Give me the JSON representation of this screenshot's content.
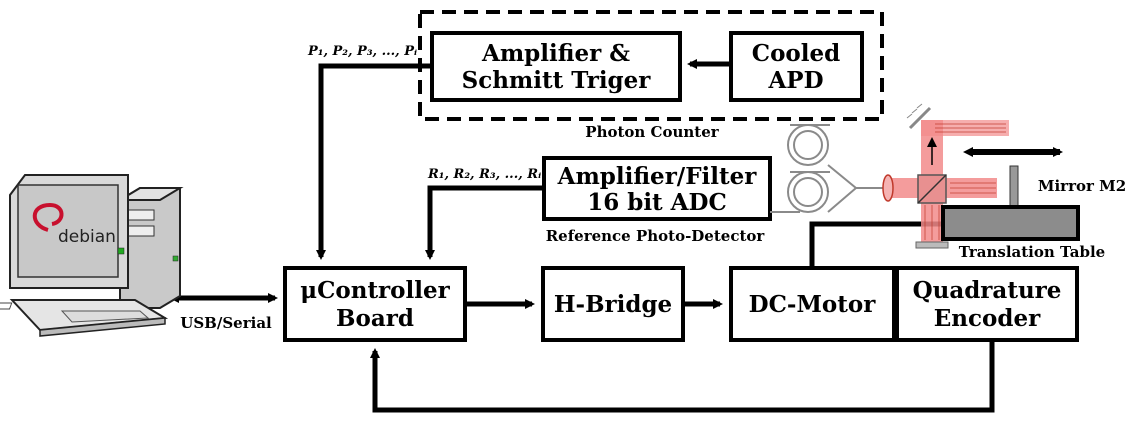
{
  "blocks": {
    "amplifier_schmitt": {
      "line1": "Amplifier &",
      "line2": "Schmitt Triger"
    },
    "cooled_apd": {
      "line1": "Cooled",
      "line2": "APD"
    },
    "amplifier_filter": {
      "line1": "Amplifier/Filter",
      "line2": "16 bit ADC"
    },
    "ucontroller": {
      "line1": "μController",
      "line2": "Board"
    },
    "hbridge": {
      "line1": "H-Bridge"
    },
    "dc_motor": {
      "line1": "DC-Motor"
    },
    "quadrature": {
      "line1": "Quadrature",
      "line2": "Encoder"
    }
  },
  "labels": {
    "photon_counter": "Photon Counter",
    "reference_detector": "Reference Photo-Detector",
    "translation_table": "Translation Table",
    "mirror": "Mirror M2",
    "usb_serial": "USB/Serial",
    "p_signals": "P₁, P₂, P₃, ..., Pᵢ",
    "r_signals": "R₁, R₂, R₃, ..., Rᵢ",
    "computer_logo": "debian"
  },
  "colors": {
    "beam": "#f28b8b",
    "line": "#000000",
    "fiber": "#8a8a8a",
    "computer_body": "#d9d9d9",
    "screen": "#c8c8c8",
    "logo_swirl": "#c8102e"
  },
  "icons": [
    "computer-icon",
    "fiber-coil-icon",
    "lens-icon",
    "beam-splitter-icon",
    "mirror-icon"
  ]
}
